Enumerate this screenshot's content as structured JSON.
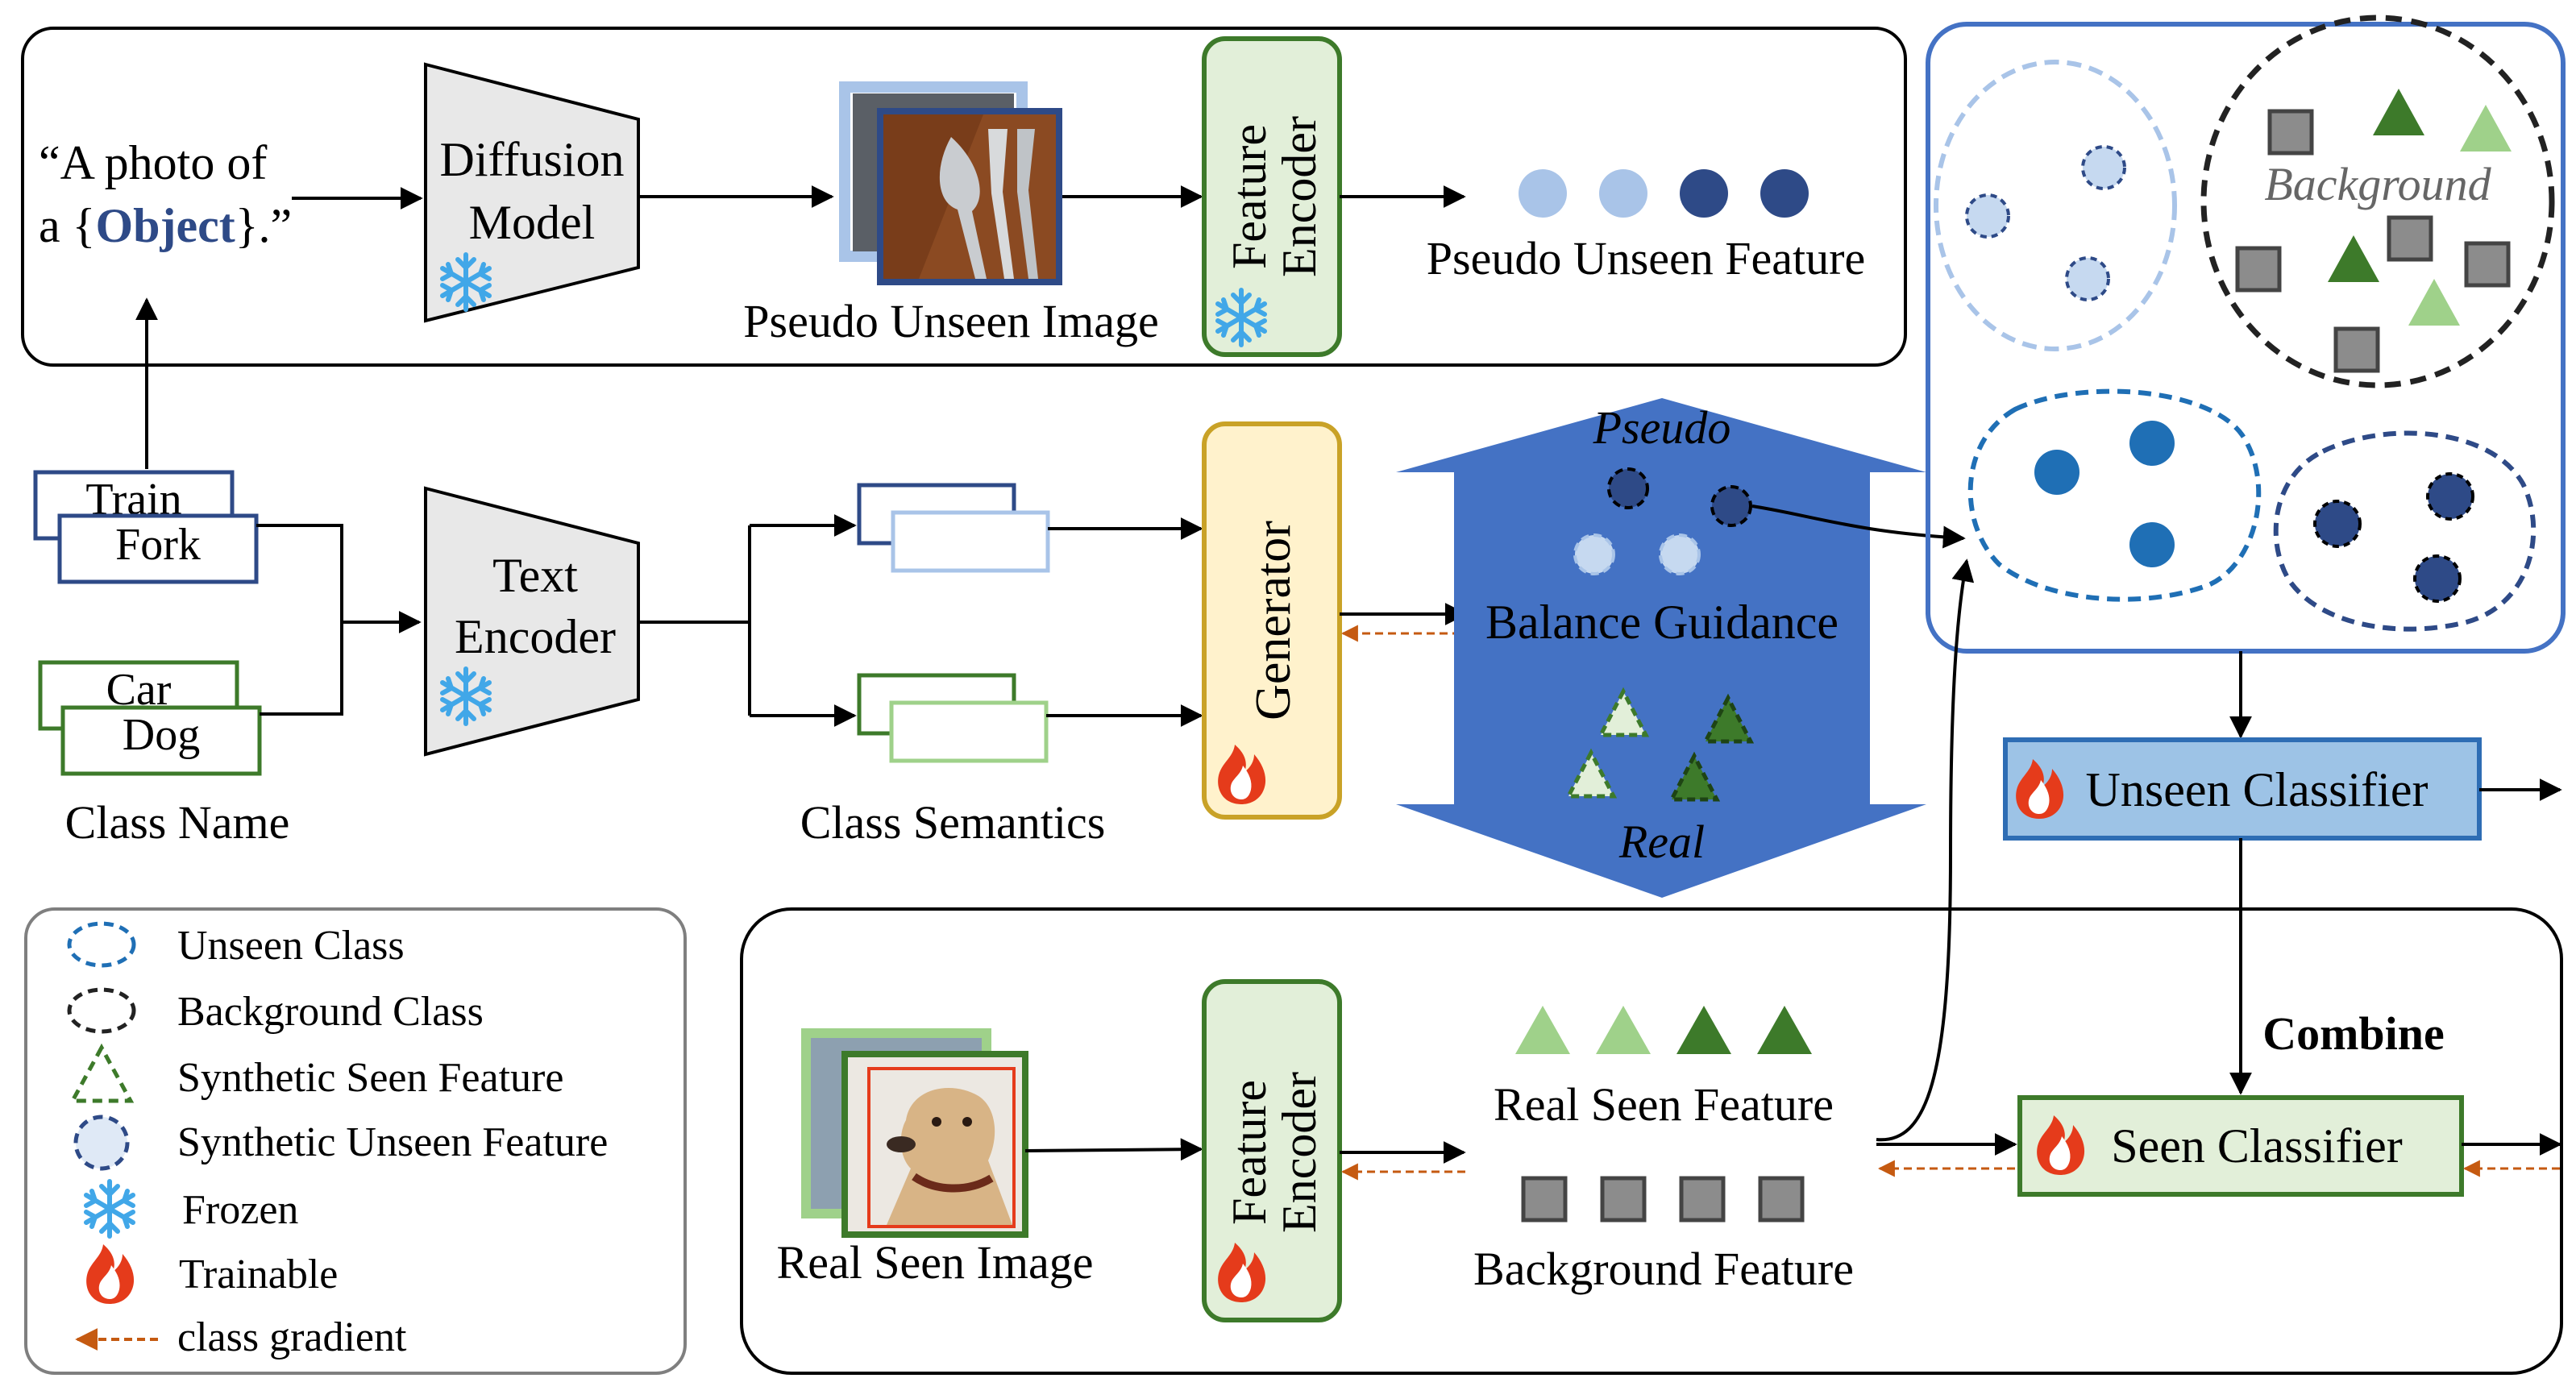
{
  "prompt": {
    "line1": "“A photo of",
    "line2_prefix": "a {",
    "object": "Object",
    "line2_suffix": "}.”"
  },
  "blocks": {
    "diffusion_model": [
      "Diffusion",
      "Model"
    ],
    "feature_encoder": [
      "Feature",
      "Encoder"
    ],
    "text_encoder": [
      "Text",
      "Encoder"
    ],
    "generator": "Generator",
    "balance_guidance": "Balance Guidance",
    "unseen_classifier": "Unseen Classifier",
    "seen_classifier": "Seen Classifier",
    "combine": "Combine"
  },
  "labels": {
    "pseudo_unseen_image": "Pseudo Unseen Image",
    "pseudo_unseen_feature": "Pseudo Unseen Feature",
    "class_name": "Class Name",
    "class_semantics": "Class Semantics",
    "pseudo": "Pseudo",
    "real": "Real",
    "background": "Background",
    "real_seen_image": "Real Seen Image",
    "real_seen_feature": "Real Seen Feature",
    "background_feature": "Background Feature"
  },
  "class_names": {
    "unseen": [
      "Train",
      "Fork"
    ],
    "seen": [
      "Car",
      "Dog"
    ]
  },
  "legend": [
    {
      "label": "Unseen Class",
      "icon": "dashed-blue-ellipse"
    },
    {
      "label": "Background Class",
      "icon": "dashed-black-ellipse"
    },
    {
      "label": "Synthetic Seen Feature",
      "icon": "dashed-green-triangle"
    },
    {
      "label": "Synthetic Unseen Feature",
      "icon": "dashed-blue-circle"
    },
    {
      "label": "Frozen",
      "icon": "snowflake-icon"
    },
    {
      "label": "Trainable",
      "icon": "flame-icon"
    },
    {
      "label": "class gradient",
      "icon": "dashed-orange-arrow"
    }
  ],
  "colors": {
    "dark_blue": "#2e4a87",
    "mid_blue": "#1f6fb5",
    "light_blue": "#a9c4e8",
    "balance_blue": "#4472c4",
    "dark_green": "#3d7a2a",
    "light_green": "#9fd18a",
    "encoder_green_fill": "#e2efd9",
    "generator_fill": "#fff2cc",
    "generator_border": "#c9a227",
    "classifier_blue": "#9dc3e6",
    "gradient_orange": "#c55a11",
    "flame_red": "#e53b1b",
    "snow_blue": "#41a7e8",
    "gray": "#8c8c8c"
  }
}
